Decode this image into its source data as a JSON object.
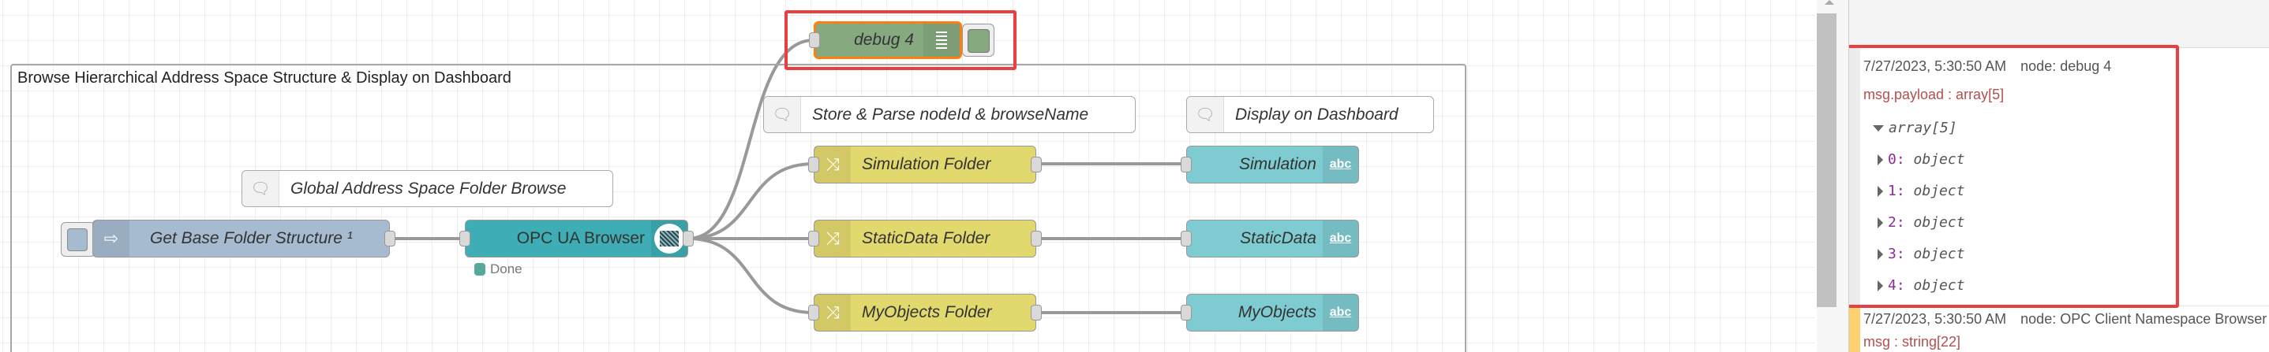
{
  "colors": {
    "inject": "#a6bbcf",
    "opcua": "#3fadb5",
    "change": "#e2d96e",
    "ui_text": "#7ecbd1",
    "debug": "#87a980",
    "highlight": "#e84040",
    "selected": "#ff7f0e"
  },
  "group": {
    "title": "Browse Hierarchical Address Space Structure & Display on Dashboard"
  },
  "comments": {
    "global": "Global Address Space Folder Browse",
    "store": "Store & Parse nodeId & browseName",
    "display": "Display on Dashboard"
  },
  "nodes": {
    "inject": {
      "label": "Get Base Folder Structure ¹",
      "icon": "arrow-right-icon"
    },
    "opcua": {
      "label": "OPC UA Browser",
      "icon": "opc-ua-logo",
      "status": "Done"
    },
    "debug": {
      "label": "debug 4",
      "icon": "list-icon"
    },
    "change": [
      {
        "label": "Simulation Folder"
      },
      {
        "label": "StaticData Folder"
      },
      {
        "label": "MyObjects Folder"
      }
    ],
    "text": [
      {
        "label": "Simulation",
        "icon": "abc"
      },
      {
        "label": "StaticData",
        "icon": "abc"
      },
      {
        "label": "MyObjects",
        "icon": "abc"
      }
    ]
  },
  "debug_panel": {
    "messages": [
      {
        "time": "7/27/2023, 5:30:50 AM",
        "node": "node: debug 4",
        "topic": "msg.payload : array[5]",
        "root": "array[5]",
        "items": [
          {
            "k": "0:",
            "v": "object"
          },
          {
            "k": "1:",
            "v": "object"
          },
          {
            "k": "2:",
            "v": "object"
          },
          {
            "k": "3:",
            "v": "object"
          },
          {
            "k": "4:",
            "v": "object"
          }
        ]
      },
      {
        "time": "7/27/2023, 5:30:50 AM",
        "node": "node: OPC Client Namespace Browser",
        "topic": "msg : string[22]"
      }
    ]
  }
}
